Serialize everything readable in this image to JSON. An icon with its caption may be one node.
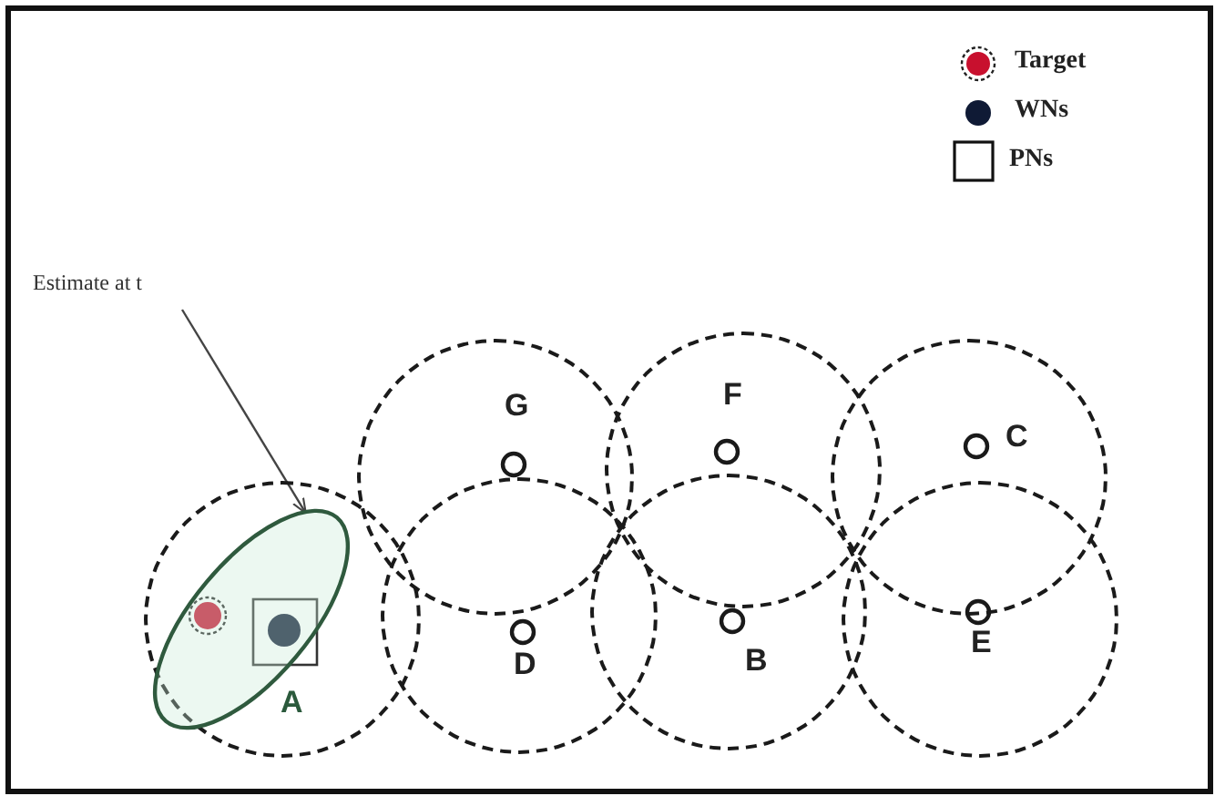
{
  "diagram": {
    "nodes": [
      {
        "text": [
          "Estimate at t"
        ]
      },
      {
        "text": [
          "G"
        ]
      },
      {
        "text": [
          "F"
        ]
      },
      {
        "text": [
          "C"
        ]
      },
      {
        "text": [],
        "shape": "ellipse",
        "in": 5
      },
      {
        "text": [
          "A"
        ]
      },
      {
        "text": [
          "D"
        ]
      },
      {
        "text": [
          "B"
        ]
      },
      {
        "text": [
          "E"
        ]
      }
    ],
    "edges": [
      {
        "from": 0,
        "to": 4,
        "arrow": "to"
      }
    ],
    "legend": [
      {
        "text": "Target"
      },
      {
        "text": "WNs",
        "color": "#0f1a35"
      },
      {
        "text": "PNs"
      }
    ]
  }
}
